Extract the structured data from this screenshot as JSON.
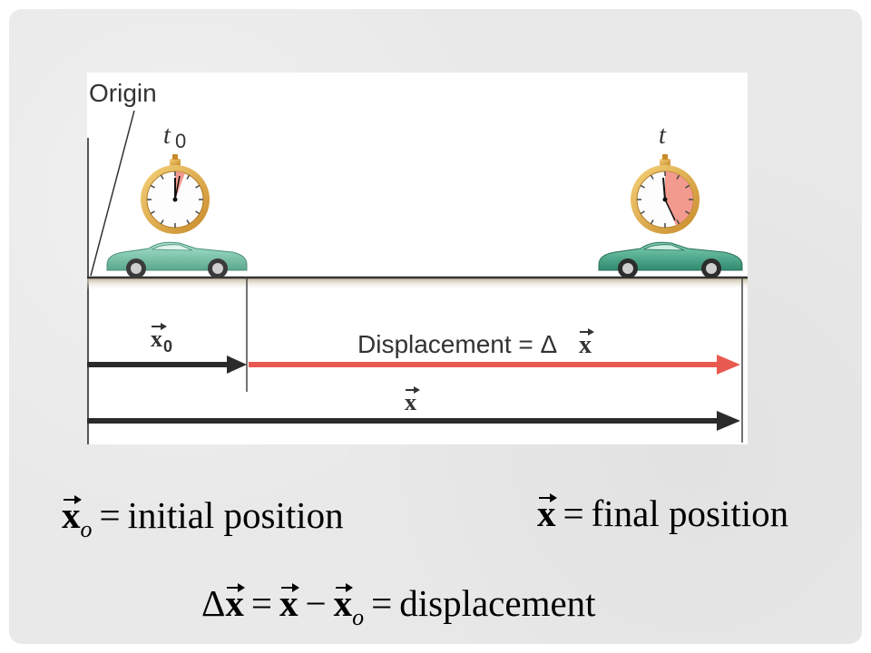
{
  "diagram": {
    "origin_label": "Origin",
    "t0_label": "t",
    "t0_subscript": "0",
    "t_label": "t",
    "x0_label": "x",
    "x0_subscript": "0",
    "displacement_label": "Displacement = Δ",
    "displacement_vec": "x",
    "x_label": "x"
  },
  "colors": {
    "displacement_arrow": "#e85a50",
    "position_arrow": "#2b2b2b",
    "clock_gold": "#d9a441",
    "clock_wedge": "#f39a8e",
    "car_body": "#6fc4a7",
    "road": "#c9bfa0"
  },
  "equations": {
    "initial": {
      "vec": "x",
      "sub": "o",
      "eq": "=",
      "text": "initial position"
    },
    "final": {
      "vec": "x",
      "eq": "=",
      "text": "final position"
    },
    "displacement": {
      "delta": "Δ",
      "vec1": "x",
      "eq1": "=",
      "vec2": "x",
      "minus": "−",
      "vec3": "x",
      "sub3": "o",
      "eq2": "=",
      "text": "displacement"
    }
  }
}
